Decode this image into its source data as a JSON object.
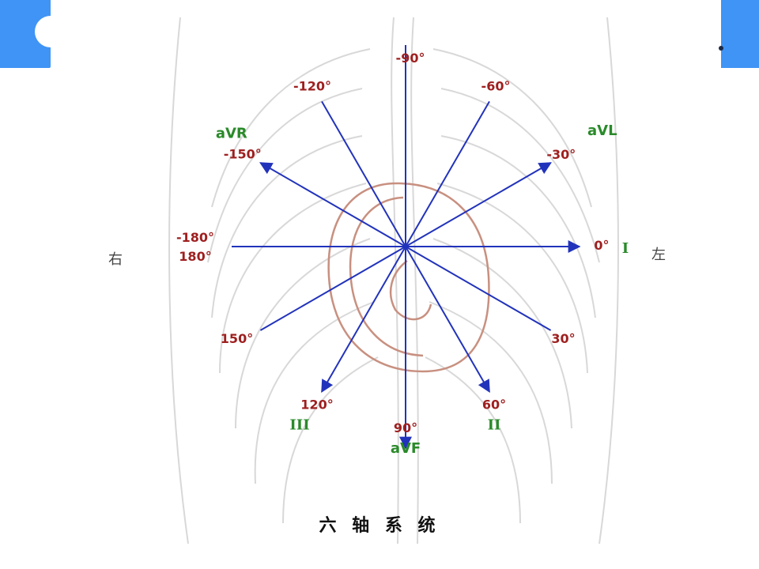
{
  "caption": "六 轴 系 统",
  "side_labels": {
    "right": "右",
    "left": "左"
  },
  "axes": [
    {
      "name": "axis-0",
      "angle_deg": 0,
      "arrow": true,
      "angle_label": "0",
      "lead": "I"
    },
    {
      "name": "axis-30",
      "angle_deg": 30,
      "arrow": false,
      "angle_label": "30",
      "lead": ""
    },
    {
      "name": "axis-60",
      "angle_deg": 60,
      "arrow": true,
      "angle_label": "60",
      "lead": "II"
    },
    {
      "name": "axis-90",
      "angle_deg": 90,
      "arrow": true,
      "angle_label": "90",
      "lead": "aVF"
    },
    {
      "name": "axis-120",
      "angle_deg": 120,
      "arrow": true,
      "angle_label": "120",
      "lead": "III"
    },
    {
      "name": "axis-150",
      "angle_deg": 150,
      "arrow": false,
      "angle_label": "150",
      "lead": ""
    },
    {
      "name": "axis-180",
      "angle_deg": 180,
      "arrow": false,
      "angle_label": "-180",
      "angle_label_alt": "180",
      "lead": ""
    },
    {
      "name": "axis-minus-150",
      "angle_deg": -150,
      "arrow": true,
      "angle_label": "-150",
      "lead": "aVR"
    },
    {
      "name": "axis-minus-120",
      "angle_deg": -120,
      "arrow": false,
      "angle_label": "-120",
      "lead": ""
    },
    {
      "name": "axis-minus-90",
      "angle_deg": -90,
      "arrow": false,
      "angle_label": "-90",
      "lead": ""
    },
    {
      "name": "axis-minus-60",
      "angle_deg": -60,
      "arrow": false,
      "angle_label": "-60",
      "lead": ""
    },
    {
      "name": "axis-minus-30",
      "angle_deg": -30,
      "arrow": true,
      "angle_label": "-30",
      "lead": "aVL"
    }
  ],
  "colors": {
    "axis": "#2233bb",
    "angle_text": "#9e1f1f",
    "lead_text": "#2a8a2a",
    "heart_outline": "#c89080",
    "background_sketch": "#d8d8d8",
    "accent": "#3f94f5"
  }
}
